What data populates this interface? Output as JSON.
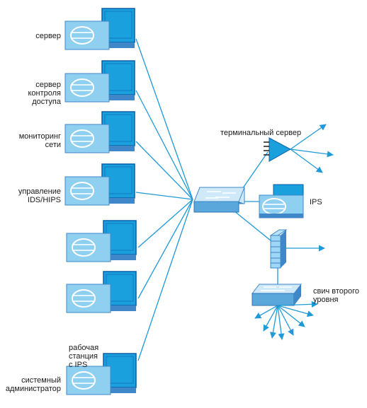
{
  "labels": {
    "server": "сервер",
    "access_server": "сервер\nконтроля\nдоступа",
    "monitoring": "мониторинг\nсети",
    "ids_management": "управление\nIDS/HIPS",
    "workstation": "рабочая\nстанция\nс IPS",
    "sysadmin": "системный\nадминистратор",
    "terminal_server": "терминальный сервер",
    "ips": "IPS",
    "l2_switch": "свич второго\nуровня"
  },
  "colors": {
    "monitor_face": "#1aa0dc",
    "monitor_back": "#0b5fa6",
    "unit_body": "#8fd0f0",
    "unit_dark": "#3f87c8",
    "switch_top": "#cfe9f8",
    "line": "#1e9ad8",
    "firewall": "#9ed6f3"
  }
}
